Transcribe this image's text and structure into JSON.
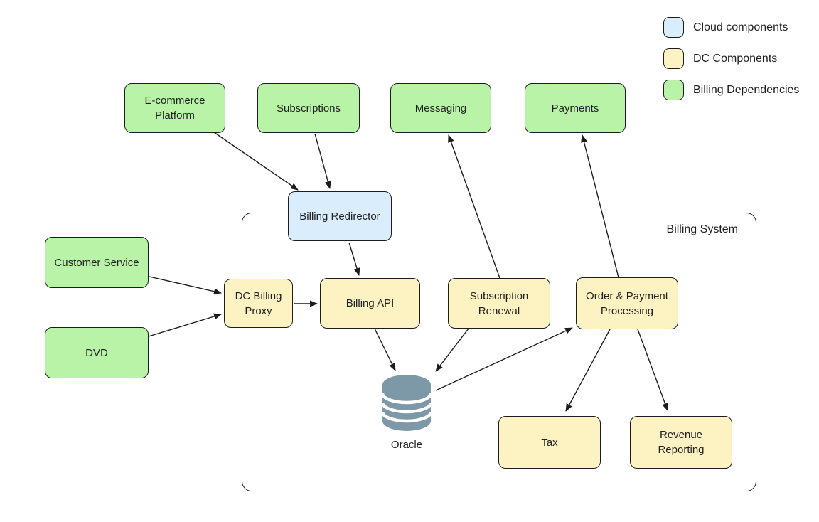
{
  "container": {
    "label": "Billing System"
  },
  "legend": {
    "items": [
      {
        "label": "Cloud components",
        "color": "#d9edfc"
      },
      {
        "label": "DC Components",
        "color": "#fdf2c2"
      },
      {
        "label": "Billing Dependencies",
        "color": "#b9f3a8"
      }
    ]
  },
  "nodes": {
    "ecommerce_platform": {
      "label": "E-commerce\nPlatform",
      "type": "billing-dependency"
    },
    "subscriptions": {
      "label": "Subscriptions",
      "type": "billing-dependency"
    },
    "messaging": {
      "label": "Messaging",
      "type": "billing-dependency"
    },
    "payments": {
      "label": "Payments",
      "type": "billing-dependency"
    },
    "customer_service": {
      "label": "Customer Service",
      "type": "billing-dependency"
    },
    "dvd": {
      "label": "DVD",
      "type": "billing-dependency"
    },
    "billing_redirector": {
      "label": "Billing Redirector",
      "type": "cloud-component"
    },
    "dc_billing_proxy": {
      "label": "DC Billing\nProxy",
      "type": "dc-component"
    },
    "billing_api": {
      "label": "Billing API",
      "type": "dc-component"
    },
    "subscription_renewal": {
      "label": "Subscription\nRenewal",
      "type": "dc-component"
    },
    "order_payment_processing": {
      "label": "Order & Payment\nProcessing",
      "type": "dc-component"
    },
    "tax": {
      "label": "Tax",
      "type": "dc-component"
    },
    "revenue_reporting": {
      "label": "Revenue\nReporting",
      "type": "dc-component"
    }
  },
  "database": {
    "label": "Oracle",
    "color": "#7d98a7"
  },
  "edges": [
    {
      "from": "E-commerce Platform",
      "to": "Billing Redirector"
    },
    {
      "from": "Subscriptions",
      "to": "Billing Redirector"
    },
    {
      "from": "Billing Redirector",
      "to": "Billing API"
    },
    {
      "from": "Customer Service",
      "to": "DC Billing Proxy"
    },
    {
      "from": "DVD",
      "to": "DC Billing Proxy"
    },
    {
      "from": "DC Billing Proxy",
      "to": "Billing API"
    },
    {
      "from": "Billing API",
      "to": "Oracle"
    },
    {
      "from": "Subscription Renewal",
      "to": "Oracle"
    },
    {
      "from": "Subscription Renewal",
      "to": "Messaging"
    },
    {
      "from": "Oracle",
      "to": "Order & Payment Processing"
    },
    {
      "from": "Order & Payment Processing",
      "to": "Payments"
    },
    {
      "from": "Order & Payment Processing",
      "to": "Tax"
    },
    {
      "from": "Order & Payment Processing",
      "to": "Revenue Reporting"
    }
  ],
  "colors": {
    "line": "#1c1c1c",
    "text": "#1f1f1f",
    "background": "#ffffff"
  }
}
